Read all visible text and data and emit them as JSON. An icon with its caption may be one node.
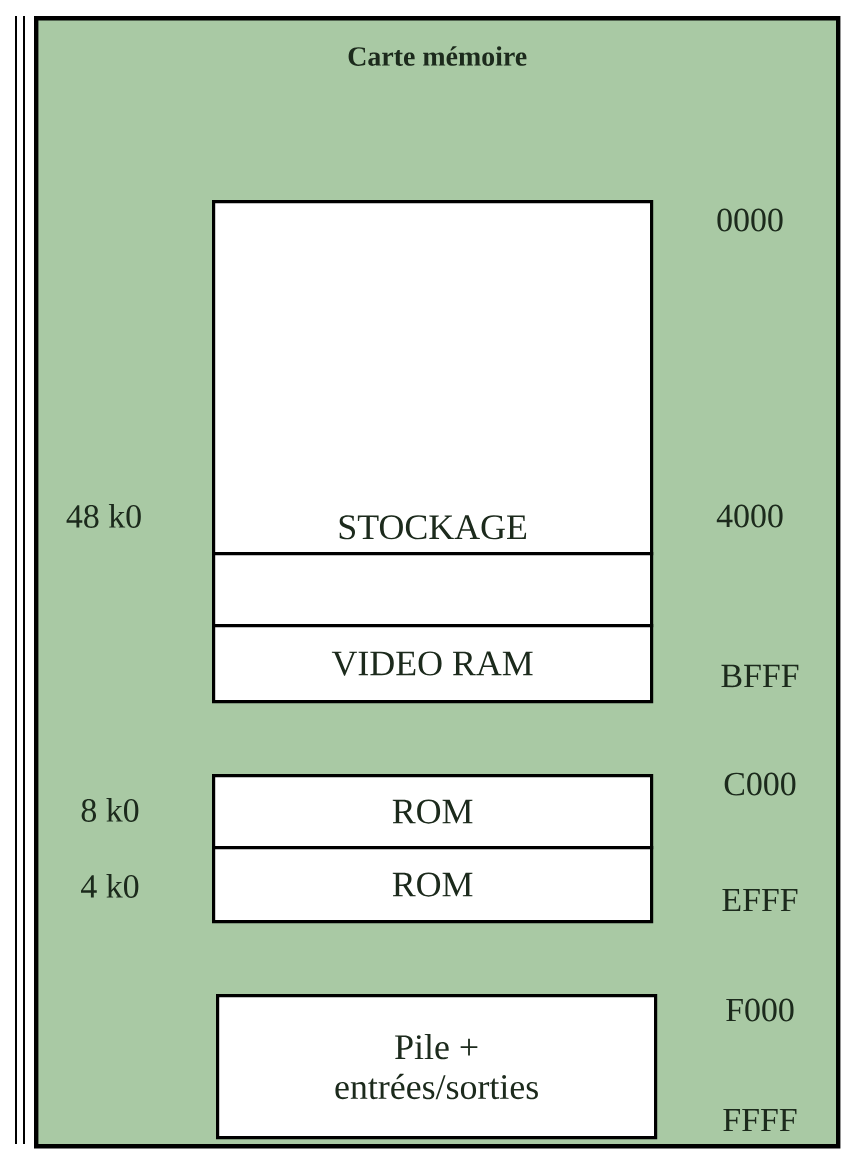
{
  "diagram": {
    "nodes": [
      {
        "text": [
          "Carte mémoire"
        ]
      },
      {
        "text": [
          "STOCKAGE"
        ],
        "in": 0
      },
      {
        "text": [],
        "shape": "box",
        "in": 0
      },
      {
        "text": [
          "VIDEO RAM"
        ],
        "in": 0
      },
      {
        "text": [
          "ROM"
        ],
        "in": 0
      },
      {
        "text": [
          "ROM"
        ],
        "in": 0
      },
      {
        "text": [
          "Pile + entrées/sorties"
        ],
        "in": 0
      }
    ],
    "labels": [
      "0000",
      "48 k0",
      "4000",
      "BFFF",
      "C000",
      "8 k0",
      "4 k0",
      "EFFF",
      "F000",
      "FFFF"
    ]
  }
}
